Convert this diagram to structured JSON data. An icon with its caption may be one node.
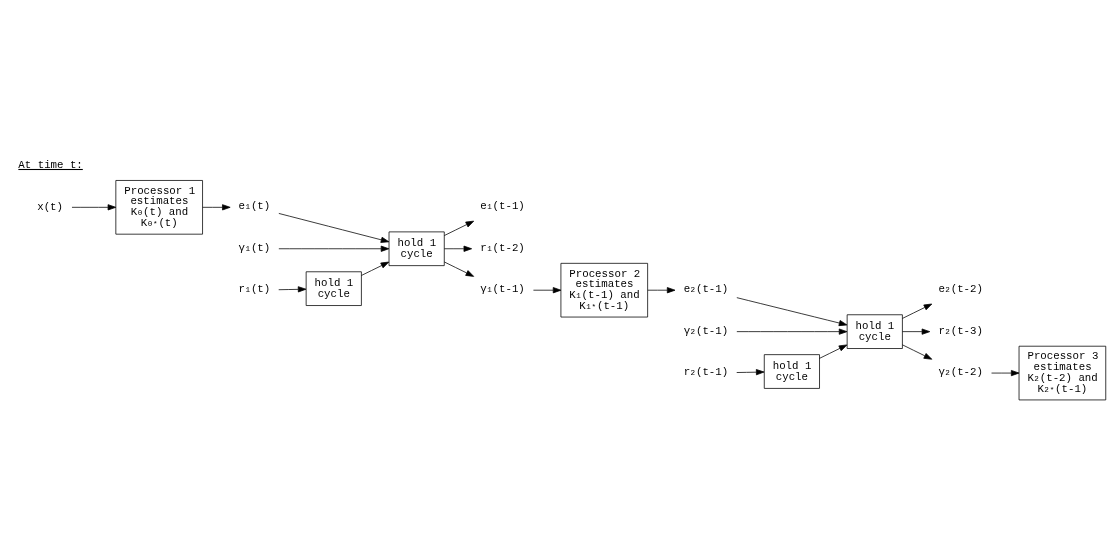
{
  "diagram": {
    "nodes": [
      {
        "text": [
          "x(t)"
        ]
      },
      {
        "text": [
          "Processor 1 estimates K$_{0}$(t) and K$_{0}$$^{*}$(t)"
        ]
      },
      {
        "text": [
          "hold 1 cycle"
        ]
      },
      {
        "text": [
          "e$_{1}$(t)"
        ]
      },
      {
        "text": [
          "r$_{1}$(t)"
        ]
      },
      {
        "text": [
          "γ$_{1}$(t)"
        ]
      },
      {
        "text": [
          "hold 1 cycle"
        ]
      },
      {
        "text": [
          "e$_{1}$(t-1)"
        ]
      },
      {
        "text": [
          "r$_{1}$(t-2)"
        ]
      },
      {
        "text": [
          "γ$_{1}$(t-1)"
        ]
      },
      {
        "text": [
          "Processor 2 estimates K$_{1}$(t-1) and K$_{1}$$^{*}$(t-1)"
        ]
      },
      {
        "text": [
          "hold 1 cycle"
        ]
      },
      {
        "text": [
          "e$_{2}$(t-1)"
        ]
      },
      {
        "text": [
          "r$_{2}$(t-1)"
        ]
      },
      {
        "text": [
          "γ$_{2}$(t-1)"
        ]
      },
      {
        "text": [
          "hold 1 cycle"
        ]
      },
      {
        "text": [
          "e$_{2}$(t-2)"
        ]
      },
      {
        "text": [
          "r$_{2}$(t-3)"
        ]
      },
      {
        "text": [
          "γ$_{2}$(t-2)"
        ]
      },
      {
        "text": [
          "Processor 3 estimates K$_{2}$(t-2) and K$_{2}$$^{*}$(t-1)"
        ]
      }
    ],
    "edges": [
      {
        "from": 0,
        "to": 1,
        "arrow": "to"
      },
      {
        "from": 1,
        "to": 3,
        "arrow": "to"
      },
      {
        "from": 3,
        "to": 2,
        "arrow": "to"
      },
      {
        "from": 4,
        "to": 6,
        "arrow": "to"
      },
      {
        "from": 6,
        "to": 2,
        "arrow": "to"
      },
      {
        "from": 5,
        "to": 2,
        "arrow": "to"
      },
      {
        "from": 2,
        "to": 7,
        "arrow": "to"
      },
      {
        "from": 2,
        "to": 8,
        "arrow": "to"
      },
      {
        "from": 2,
        "to": 9,
        "arrow": "to"
      },
      {
        "from": 9,
        "to": 10,
        "arrow": "to"
      },
      {
        "from": 10,
        "to": 12,
        "arrow": "to"
      },
      {
        "from": 12,
        "to": 11,
        "arrow": "to"
      },
      {
        "from": 13,
        "to": 15,
        "arrow": "to"
      },
      {
        "from": 15,
        "to": 11,
        "arrow": "to"
      },
      {
        "from": 14,
        "to": 11,
        "arrow": "to"
      },
      {
        "from": 11,
        "to": 16,
        "arrow": "to"
      },
      {
        "from": 11,
        "to": 17,
        "arrow": "to"
      },
      {
        "from": 11,
        "to": 18,
        "arrow": "to"
      },
      {
        "from": 18,
        "to": 19,
        "arrow": "to"
      }
    ],
    "labels": [
      "At time t:"
    ]
  }
}
